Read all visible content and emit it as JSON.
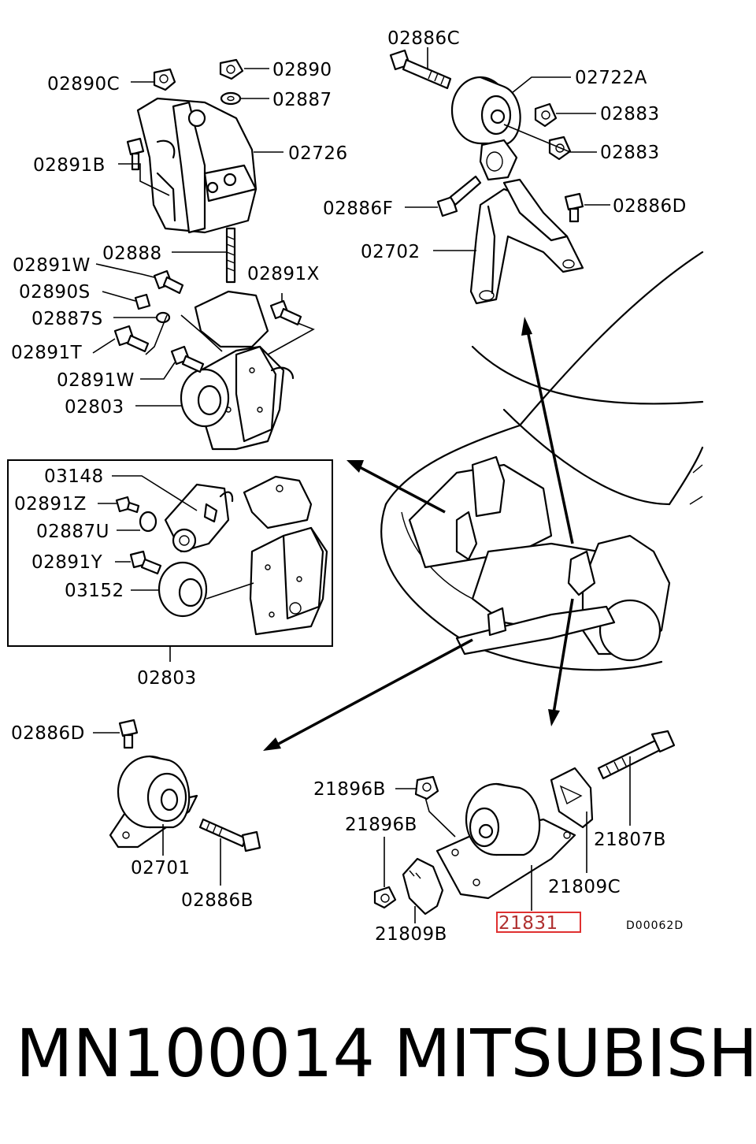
{
  "diagram": {
    "labels": [
      {
        "id": "02886C",
        "text": "02886C"
      },
      {
        "id": "02890C",
        "text": "02890C"
      },
      {
        "id": "02890",
        "text": "02890"
      },
      {
        "id": "02887",
        "text": "02887"
      },
      {
        "id": "02722A",
        "text": "02722A"
      },
      {
        "id": "02883a",
        "text": "02883"
      },
      {
        "id": "02883b",
        "text": "02883"
      },
      {
        "id": "02726",
        "text": "02726"
      },
      {
        "id": "02891B",
        "text": "02891B"
      },
      {
        "id": "02886F",
        "text": "02886F"
      },
      {
        "id": "02886D_top",
        "text": "02886D"
      },
      {
        "id": "02702",
        "text": "02702"
      },
      {
        "id": "02888",
        "text": "02888"
      },
      {
        "id": "02891W_a",
        "text": "02891W"
      },
      {
        "id": "02891X",
        "text": "02891X"
      },
      {
        "id": "02890S",
        "text": "02890S"
      },
      {
        "id": "02887S",
        "text": "02887S"
      },
      {
        "id": "02891T",
        "text": "02891T"
      },
      {
        "id": "02891W_b",
        "text": "02891W"
      },
      {
        "id": "02803_a",
        "text": "02803"
      },
      {
        "id": "03148",
        "text": "03148"
      },
      {
        "id": "02891Z",
        "text": "02891Z"
      },
      {
        "id": "02887U",
        "text": "02887U"
      },
      {
        "id": "02891Y",
        "text": "02891Y"
      },
      {
        "id": "03152",
        "text": "03152"
      },
      {
        "id": "02803_b",
        "text": "02803"
      },
      {
        "id": "02886D_bot",
        "text": "02886D"
      },
      {
        "id": "02701",
        "text": "02701"
      },
      {
        "id": "02886B",
        "text": "02886B"
      },
      {
        "id": "21896B_a",
        "text": "21896B"
      },
      {
        "id": "21896B_b",
        "text": "21896B"
      },
      {
        "id": "21807B",
        "text": "21807B"
      },
      {
        "id": "21809C",
        "text": "21809C"
      },
      {
        "id": "21809B",
        "text": "21809B"
      },
      {
        "id": "21831",
        "text": "21831"
      }
    ],
    "highlighted_label": "21831",
    "highlight_color": "#e03030",
    "drawing_code": "D00062D"
  },
  "footer": {
    "part_number": "MN100014",
    "brand": "MITSUBISHI"
  }
}
